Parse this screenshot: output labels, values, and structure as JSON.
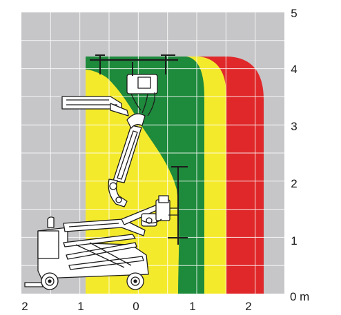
{
  "x_axis": {
    "ticks": [
      "2",
      "1",
      "0",
      "1",
      "2"
    ],
    "unit_label": "0 m"
  },
  "y_axis": {
    "ticks": [
      "1",
      "2",
      "3",
      "4",
      "5"
    ]
  },
  "zones": [
    {
      "name": "green-zone",
      "color": "#1e8a3c"
    },
    {
      "name": "yellow-zone",
      "color": "#f4ea2c"
    },
    {
      "name": "red-zone",
      "color": "#e0282a"
    }
  ],
  "colors": {
    "grid_background": "#c6c6c8",
    "grid_line": "#ffffff",
    "machine_outline": "#1c1c1c",
    "machine_fill": "#ffffff"
  }
}
